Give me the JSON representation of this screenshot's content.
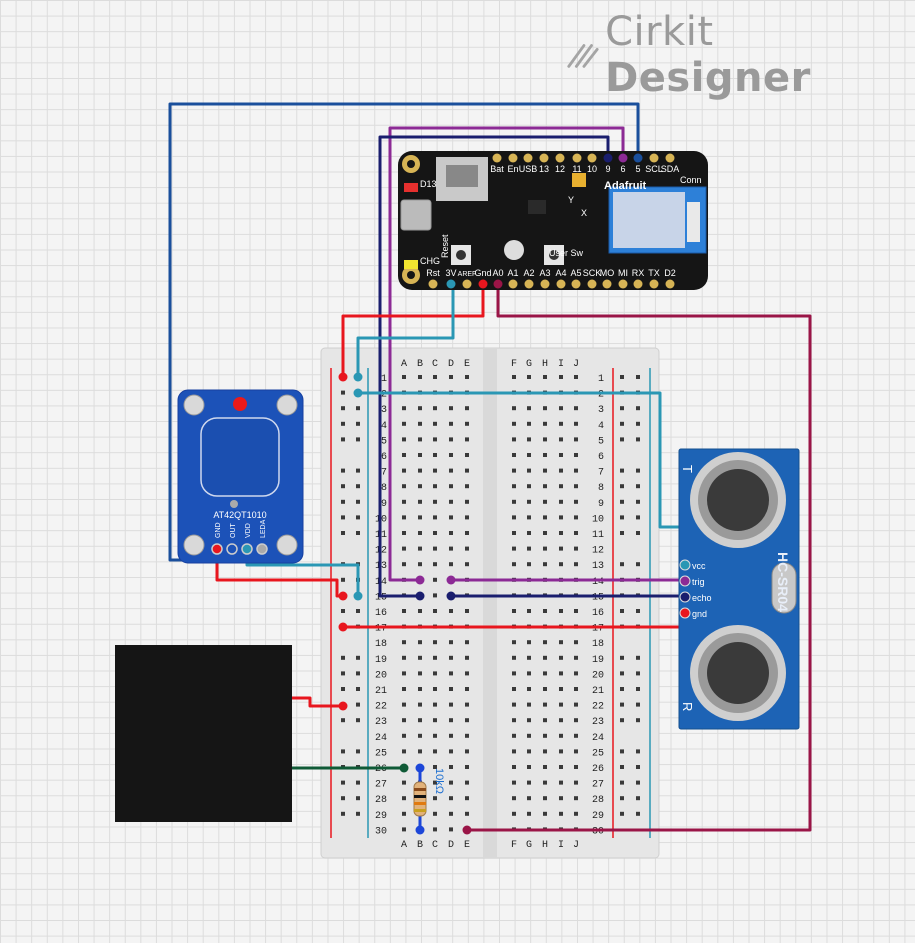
{
  "brand": {
    "name_light": "Cirkit",
    "name_bold": "Designer"
  },
  "feather": {
    "brand": "Adafruit",
    "top_pins": [
      "Bat",
      "En",
      "USB",
      "13",
      "12",
      "11",
      "10",
      "9",
      "6",
      "5",
      "SCL",
      "SDA"
    ],
    "bottom_pins": [
      "Rst",
      "3V",
      "AREF",
      "Gnd",
      "A0",
      "A1",
      "A2",
      "A3",
      "A4",
      "A5",
      "SCK",
      "MO",
      "MI",
      "RX",
      "TX",
      "D2"
    ],
    "labels": {
      "d13": "D13",
      "chg": "CHG",
      "reset": "Reset",
      "user_sw": "User Sw",
      "conn": "Conn",
      "y": "Y",
      "x": "X"
    }
  },
  "touch_sensor": {
    "title": "AT42QT1010",
    "pins": [
      "GND",
      "OUT",
      "VDD",
      "LEDA"
    ]
  },
  "ultrasonic": {
    "model": "HC-SR04",
    "pins": [
      "vcc",
      "trig",
      "echo",
      "gnd"
    ],
    "t": "T",
    "r": "R"
  },
  "breadboard": {
    "cols_left": [
      "A",
      "B",
      "C",
      "D",
      "E"
    ],
    "cols_right": [
      "F",
      "G",
      "H",
      "I",
      "J"
    ],
    "rows": 30
  },
  "resistor": {
    "label": "10kΩ"
  },
  "colors": {
    "red": "#e8161e",
    "teal": "#2a97b4",
    "blue": "#1a4f9c",
    "purple": "#8c2a95",
    "navy": "#1a1e6e",
    "maroon": "#9a1547",
    "green": "#0f5a36"
  }
}
